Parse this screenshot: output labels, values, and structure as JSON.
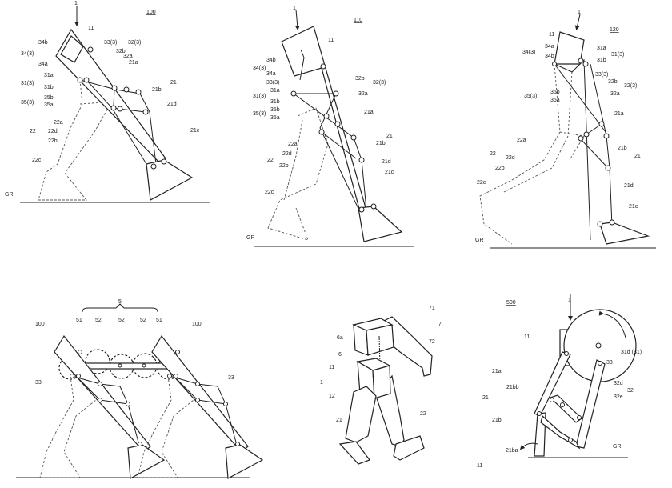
{
  "sheet": {
    "fig100": {
      "number": "100",
      "labels": [
        "1",
        "11",
        "34b",
        "34a",
        "34(3)",
        "33(3)",
        "32(3)",
        "32b",
        "32a",
        "21a",
        "31a",
        "31(3)",
        "31b",
        "35b",
        "35(3)",
        "35a",
        "21b",
        "21",
        "21d",
        "22a",
        "22d",
        "22",
        "22b",
        "21c",
        "22c",
        "GR"
      ]
    },
    "fig110": {
      "number": "110",
      "labels": [
        "1",
        "11",
        "34b",
        "34(3)",
        "34a",
        "33(3)",
        "31a",
        "31(3)",
        "31b",
        "35b",
        "35(3)",
        "35a",
        "32b",
        "32(3)",
        "32a",
        "21a",
        "21",
        "21b",
        "21d",
        "21c",
        "22a",
        "22d",
        "22",
        "22b",
        "22c",
        "GR"
      ]
    },
    "fig120": {
      "number": "120",
      "labels": [
        "1",
        "11",
        "34a",
        "34(3)",
        "34b",
        "31a",
        "31(3)",
        "31b",
        "33(3)",
        "32b",
        "32(3)",
        "32a",
        "21a",
        "21b",
        "21",
        "21d",
        "21c",
        "35b",
        "35(3)",
        "35a",
        "22a",
        "22",
        "22d",
        "22b",
        "22c",
        "GR"
      ]
    },
    "fig_coupled": {
      "labels": [
        "5",
        "51",
        "52",
        "52",
        "52",
        "51",
        "100",
        "100",
        "33",
        "33"
      ]
    },
    "fig_humanoid": {
      "labels": [
        "71",
        "7",
        "72",
        "6a",
        "6",
        "11",
        "1",
        "12",
        "21",
        "22"
      ]
    },
    "fig500": {
      "number": "500",
      "labels": [
        "1",
        "11",
        "31d (31)",
        "33",
        "21a",
        "32d",
        "32",
        "21bb",
        "32e",
        "21",
        "21b",
        "21ba",
        "GR",
        "11"
      ]
    }
  }
}
